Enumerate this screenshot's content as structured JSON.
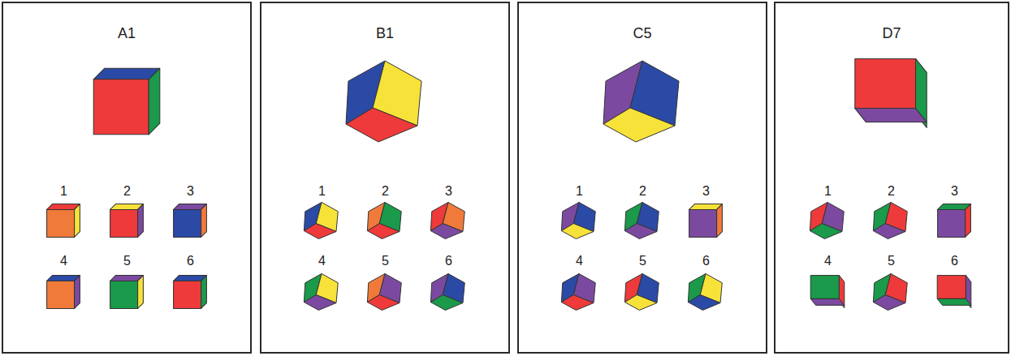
{
  "diagram": {
    "nodes": [
      {
        "text": [
          "A1"
        ]
      },
      {
        "text": [
          "B1"
        ]
      },
      {
        "text": [
          "C5"
        ]
      },
      {
        "text": [
          "D7"
        ]
      }
    ],
    "labels": [
      "1",
      "2",
      "3",
      "4",
      "5",
      "6",
      "1",
      "2",
      "3",
      "4",
      "5",
      "6",
      "1",
      "2",
      "3",
      "4",
      "5",
      "6",
      "1",
      "2",
      "3",
      "4",
      "5",
      "6"
    ]
  }
}
